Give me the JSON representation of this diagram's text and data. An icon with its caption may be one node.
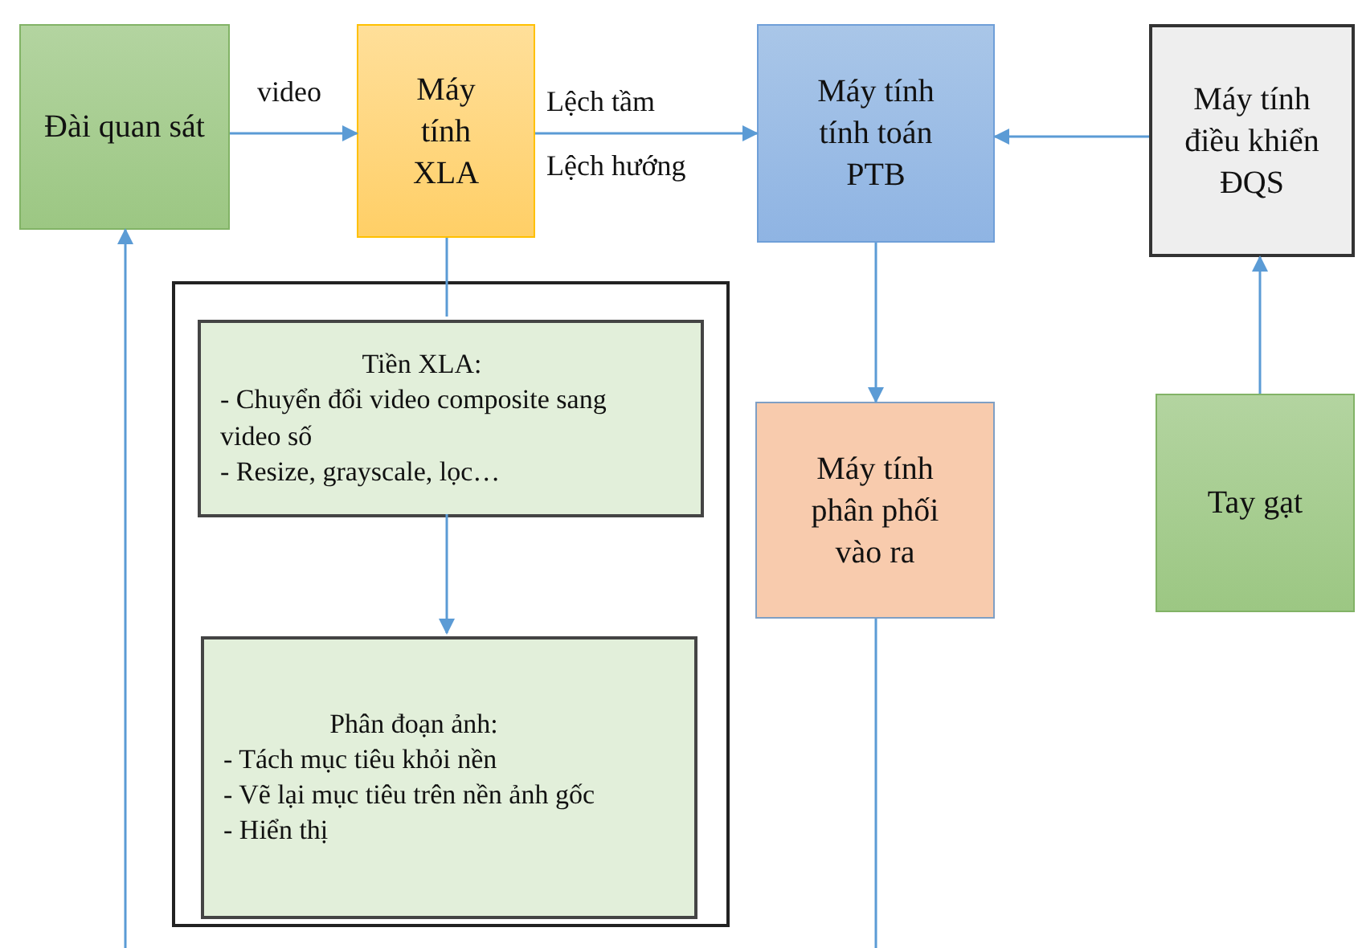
{
  "diagram": {
    "nodes": [
      {
        "text": [
          "Đài quan sát"
        ]
      },
      {
        "text": [
          "Máy tính XLA"
        ]
      },
      {
        "text": [
          "Máy tính tính toán PTB"
        ]
      },
      {
        "text": [
          "Máy tính điều khiển ĐQS"
        ]
      },
      {
        "text": [],
        "shape": "box"
      },
      {
        "text": [
          "Tiền XLA:",
          "- Chuyển đổi video composite sang video số",
          "- Resize, grayscale, lọc…"
        ],
        "in": 4
      },
      {
        "text": [
          "Phân đoạn ảnh:",
          "- Tách mục tiêu khỏi nền",
          "- Vẽ lại mục tiêu trên nền ảnh gốc",
          "- Hiển thị"
        ],
        "in": 4
      },
      {
        "text": [
          "Máy tính phân phối vào ra"
        ]
      },
      {
        "text": [
          "Tay gạt"
        ]
      }
    ],
    "edges": [
      {
        "from": 0,
        "to": 1,
        "arrow": "to",
        "label": "video"
      },
      {
        "from": 1,
        "to": 2,
        "arrow": "to",
        "label": "Lệch tầm"
      },
      {
        "from": 3,
        "to": 2,
        "arrow": "to"
      },
      {
        "from": 1,
        "to": 5,
        "arrow": "none"
      },
      {
        "from": 5,
        "to": 6,
        "arrow": "to"
      },
      {
        "from": 2,
        "to": 7,
        "arrow": "to"
      },
      {
        "from": 8,
        "to": 3,
        "arrow": "to"
      },
      {
        "from": null,
        "to": 0,
        "arrow": "to"
      },
      {
        "from": 7,
        "to": null,
        "arrow": "none"
      }
    ],
    "labels": [
      "Lệch hướng"
    ]
  }
}
